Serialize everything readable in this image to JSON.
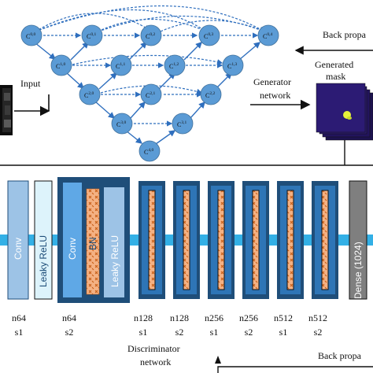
{
  "generator": {
    "input_label": "Input",
    "generator_label": [
      "Generator",
      "network"
    ],
    "mask_label": [
      "Generated",
      "mask"
    ],
    "back_prop_label": "Back propa",
    "nodes": [
      {
        "id": "n00",
        "base": "C",
        "sup": "0,0"
      },
      {
        "id": "n01",
        "base": "C",
        "sup": "0,1"
      },
      {
        "id": "n02",
        "base": "C",
        "sup": "0,2"
      },
      {
        "id": "n03",
        "base": "C",
        "sup": "0,3"
      },
      {
        "id": "n04",
        "base": "C",
        "sup": "0,4"
      },
      {
        "id": "n10",
        "base": "C",
        "sup": "1,0"
      },
      {
        "id": "n11",
        "base": "C",
        "sup": "1,1"
      },
      {
        "id": "n12",
        "base": "C",
        "sup": "1,2"
      },
      {
        "id": "n13",
        "base": "C",
        "sup": "1,3"
      },
      {
        "id": "n20",
        "base": "C",
        "sup": "2,0"
      },
      {
        "id": "n21",
        "base": "C",
        "sup": "2,1"
      },
      {
        "id": "n22",
        "base": "C",
        "sup": "2,2"
      },
      {
        "id": "n30",
        "base": "C",
        "sup": "3,0"
      },
      {
        "id": "n31",
        "base": "C",
        "sup": "3,1"
      },
      {
        "id": "n40",
        "base": "C",
        "sup": "4,0"
      }
    ]
  },
  "discriminator": {
    "label": [
      "Discriminator",
      "network"
    ],
    "back_prop_label": "Back propa",
    "block_texts": {
      "conv": "Conv",
      "leaky_relu": "Leaky ReLU",
      "bn": "BN",
      "dense": "Dense (1024)"
    },
    "columns": [
      {
        "n": "n64",
        "s": "s1"
      },
      {
        "n": "n64",
        "s": "s2"
      },
      {
        "n": "n128",
        "s": "s1"
      },
      {
        "n": "n128",
        "s": "s2"
      },
      {
        "n": "n256",
        "s": "s1"
      },
      {
        "n": "n256",
        "s": "s2"
      },
      {
        "n": "n512",
        "s": "s1"
      },
      {
        "n": "n512",
        "s": "s2"
      }
    ]
  },
  "colors": {
    "node_fill": "#5b9bd5",
    "arrow_blue": "#2f6fbe",
    "block_dark": "#1f4e79",
    "block_mid": "#2e75b6",
    "block_light": "#9dc3e6",
    "bn_fill": "#f4b183",
    "dense_fill": "#7f7f7f",
    "mask_bg": "#2a1a6e",
    "mask_blob": "#e6f23a"
  }
}
